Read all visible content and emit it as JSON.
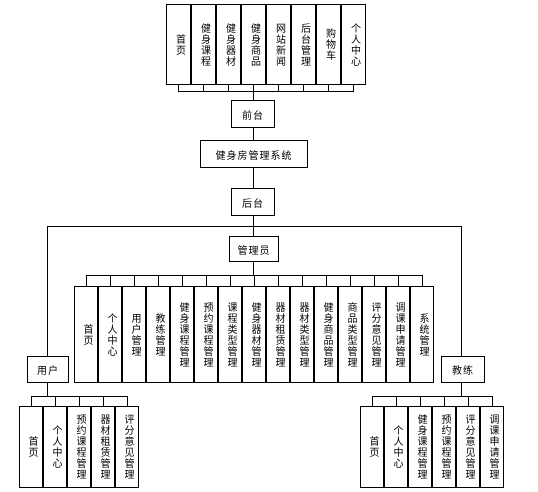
{
  "diagram": {
    "title": "健身房管理系统",
    "front": {
      "label": "前台",
      "items": [
        "首页",
        "健身课程",
        "健身器材",
        "健身商品",
        "网站新闻",
        "后台管理",
        "购物车",
        "个人中心"
      ]
    },
    "back": {
      "label": "后台"
    },
    "admin": {
      "label": "管理员",
      "items": [
        "首页",
        "个人中心",
        "用户管理",
        "教练管理",
        "健身课程管理",
        "预约课程管理",
        "课程类型管理",
        "健身器材管理",
        "器材租赁管理",
        "器材类型管理",
        "健身商品管理",
        "商品类型管理",
        "评分意见管理",
        "调课申请管理",
        "系统管理"
      ]
    },
    "user": {
      "label": "用户",
      "items": [
        "首页",
        "个人中心",
        "预约课程管理",
        "器材租赁管理",
        "评分意见管理"
      ]
    },
    "coach": {
      "label": "教练",
      "items": [
        "首页",
        "个人中心",
        "健身课程管理",
        "预约课程管理",
        "评分意见管理",
        "调课申请管理"
      ]
    }
  }
}
